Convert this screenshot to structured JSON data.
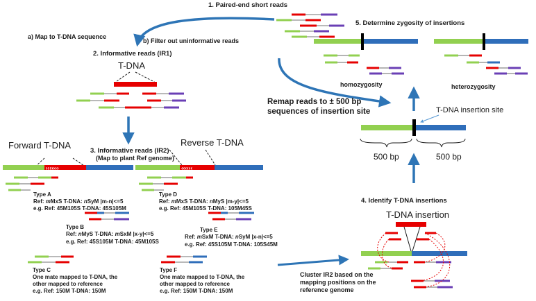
{
  "colors": {
    "green": "#92d050",
    "blue": "#2f6eba",
    "red": "#e60000",
    "purple": "#6a3fb5",
    "arrow": "#2e75b6",
    "text": "#1a1a1a",
    "tdna_site": "#000000"
  },
  "steps": {
    "s1": "1. Paired-end short reads",
    "s1a": "a) Map to T-DNA sequence",
    "s1b": "b) Filter out uninformative reads",
    "s2": "2. Informative reads (IR1)",
    "s3_line1": "3. Informative reads  (IR2)",
    "s3_line2": "(Map to plant Ref genome)",
    "s4": "4. Identify T-DNA insertions",
    "s5": "5. Determine zygosity of insertions"
  },
  "labels": {
    "tdna": "T-DNA",
    "forward_tdna": "Forward T-DNA",
    "reverse_tdna": "Reverse T-DNA",
    "homozygosity": "homozygosity",
    "heterozygosity": "heterozygosity",
    "remap_line1": "Remap reads to ± 500 bp",
    "remap_line2": "sequences of insertion site",
    "tdna_insertion_site": "T-DNA insertion site",
    "bp_left": "500 bp",
    "bp_right": "500 bp",
    "tdna_insertion": "T-DNA insertion",
    "cluster_line1": "Cluster IR2 based on the",
    "cluster_line2": "mapping positions on the",
    "cluster_line3": "reference genome"
  },
  "types": {
    "a": {
      "title": "Type A",
      "rule_prefix": "Ref: ",
      "rule_m1": "m",
      "rule_mid": "MxS T-DNA: ",
      "rule_m2": "n",
      "rule_end": "SyM  |m-n|<=5",
      "example": "e.g. Ref: 45M105S  T-DNA: 45S105M"
    },
    "b": {
      "title": "Type B",
      "rule_prefix": "Ref: ",
      "rule_m1": "n",
      "rule_mid": "MyS T-DNA: ",
      "rule_m2": "m",
      "rule_end": "SxM  |x-y|<=5",
      "example": "e.g. Ref: 45S105M  T-DNA: 45M105S"
    },
    "c": {
      "title": "Type C",
      "line1": "One mate mapped to T-DNA, the",
      "line2": "other mapped to reference",
      "example": "e.g. Ref: 150M  T-DNA: 150M"
    },
    "d": {
      "title": "Type D",
      "rule_prefix": "Ref: ",
      "rule_m1": "m",
      "rule_mid": "MxS T-DNA: ",
      "rule_m2": "n",
      "rule_end": "MyS  |m-y|<=5",
      "example": "e.g. Ref: 45M105S  T-DNA: 105M45S"
    },
    "e": {
      "title": "Type E",
      "rule_prefix": "Ref: ",
      "rule_m1": "m",
      "rule_mid": "SxM  T-DNA: ",
      "rule_m2": "n",
      "rule_end": "SyM  |x-n|<=5",
      "example": "e.g. Ref: 45S105M  T-DNA: 105S45M"
    },
    "f": {
      "title": "Type F",
      "line1": "One mate mapped to T-DNA, the",
      "line2": "other mapped to reference",
      "example": "e.g. Ref: 150M  T-DNA: 150M"
    }
  }
}
